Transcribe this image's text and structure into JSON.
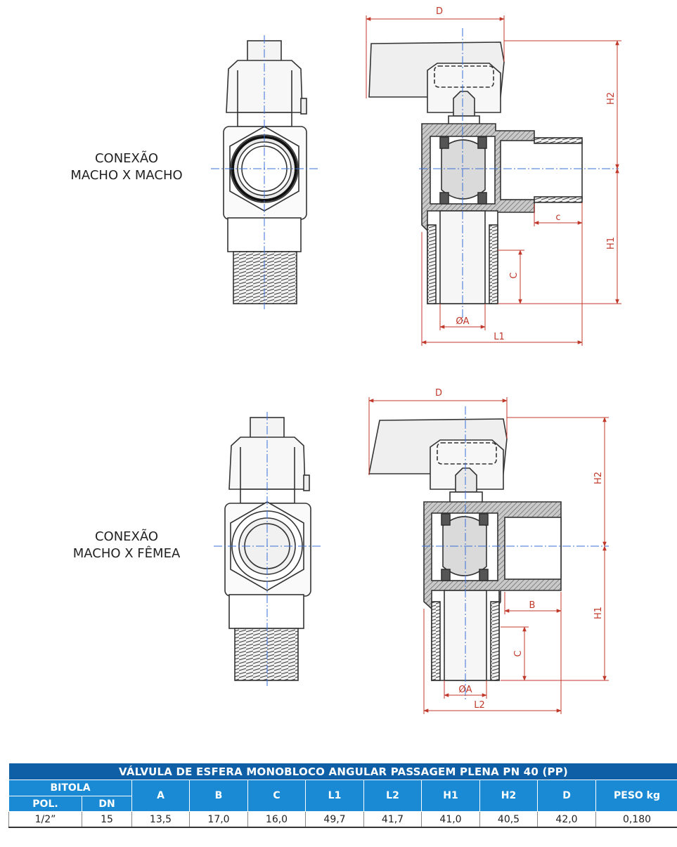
{
  "figures": [
    {
      "caption_line1": "CONEXÃO",
      "caption_line2": "MACHO X MACHO",
      "dims": {
        "d": "D",
        "h2": "H2",
        "h1": "H1",
        "c_small": "c",
        "c": "C",
        "a": "ØA",
        "l": "L1"
      }
    },
    {
      "caption_line1": "CONEXÃO",
      "caption_line2": "MACHO X FÊMEA",
      "dims": {
        "d": "D",
        "h2": "H2",
        "h1": "H1",
        "b": "B",
        "c": "C",
        "a": "ØA",
        "l": "L2"
      }
    }
  ],
  "table": {
    "title": "VÁLVULA DE ESFERA MONOBLOCO ANGULAR PASSAGEM PLENA PN 40 (PP)",
    "group_header": "BITOLA",
    "sub_headers": [
      "POL.",
      "DN"
    ],
    "headers": [
      "A",
      "B",
      "C",
      "L1",
      "L2",
      "H1",
      "H2",
      "D",
      "PESO kg"
    ],
    "rows": [
      [
        "1/2”",
        "15",
        "13,5",
        "17,0",
        "16,0",
        "49,7",
        "41,7",
        "41,0",
        "40,5",
        "42,0",
        "0,180"
      ]
    ]
  },
  "colors": {
    "dimension": "#c0392b",
    "centerline": "#3a6fd8",
    "header": "#1a8ad4",
    "title_bar": "#0e5fa6"
  }
}
